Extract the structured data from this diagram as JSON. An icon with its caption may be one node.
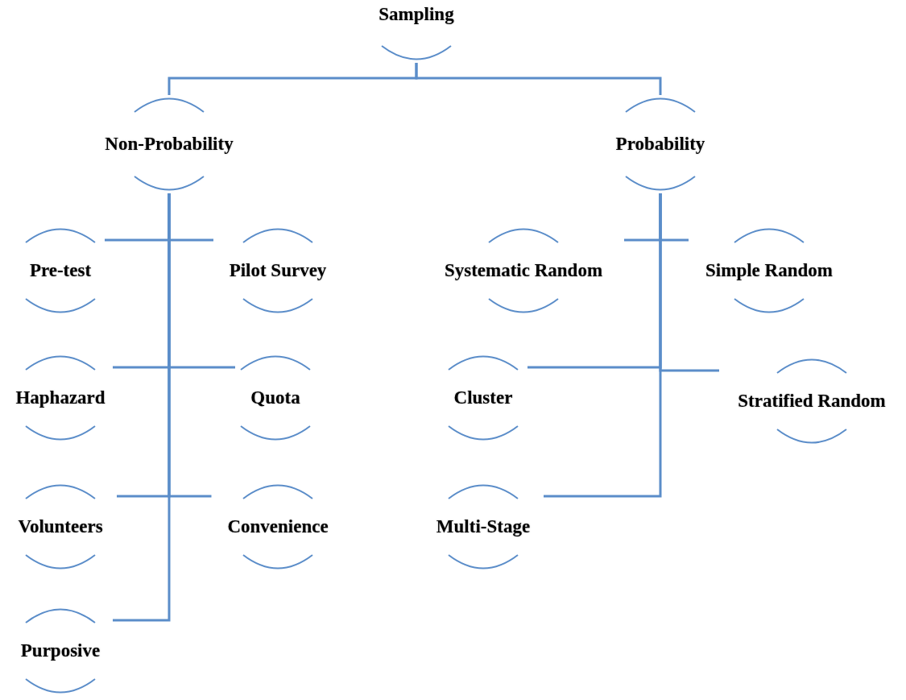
{
  "diagram": {
    "nodes": [
      {
        "text": [
          "Sampling"
        ]
      },
      {
        "text": [
          "Non-Probability"
        ]
      },
      {
        "text": [
          "Probability"
        ]
      },
      {
        "text": [
          "Pre-test"
        ]
      },
      {
        "text": [
          "Pilot Survey"
        ]
      },
      {
        "text": [
          "Systematic Random"
        ]
      },
      {
        "text": [
          "Simple Random"
        ]
      },
      {
        "text": [
          "Haphazard"
        ]
      },
      {
        "text": [
          "Quota"
        ]
      },
      {
        "text": [
          "Cluster"
        ]
      },
      {
        "text": [
          "Stratified Random"
        ]
      },
      {
        "text": [
          "Volunteers"
        ]
      },
      {
        "text": [
          "Convenience"
        ]
      },
      {
        "text": [
          "Multi-Stage"
        ]
      },
      {
        "text": [
          "Purposive"
        ]
      }
    ],
    "edges": [
      {
        "from": 0,
        "to": 1,
        "arrow": "none"
      },
      {
        "from": 0,
        "to": 2,
        "arrow": "none"
      },
      {
        "from": 1,
        "to": 3,
        "arrow": "none"
      },
      {
        "from": 1,
        "to": 4,
        "arrow": "none"
      },
      {
        "from": 1,
        "to": 7,
        "arrow": "none"
      },
      {
        "from": 1,
        "to": 8,
        "arrow": "none"
      },
      {
        "from": 1,
        "to": 11,
        "arrow": "none"
      },
      {
        "from": 1,
        "to": 12,
        "arrow": "none"
      },
      {
        "from": 1,
        "to": 14,
        "arrow": "none"
      },
      {
        "from": 2,
        "to": 5,
        "arrow": "none"
      },
      {
        "from": 2,
        "to": 6,
        "arrow": "none"
      },
      {
        "from": 2,
        "to": 9,
        "arrow": "none"
      },
      {
        "from": 2,
        "to": 10,
        "arrow": "none"
      },
      {
        "from": 2,
        "to": 13,
        "arrow": "none"
      }
    ]
  }
}
